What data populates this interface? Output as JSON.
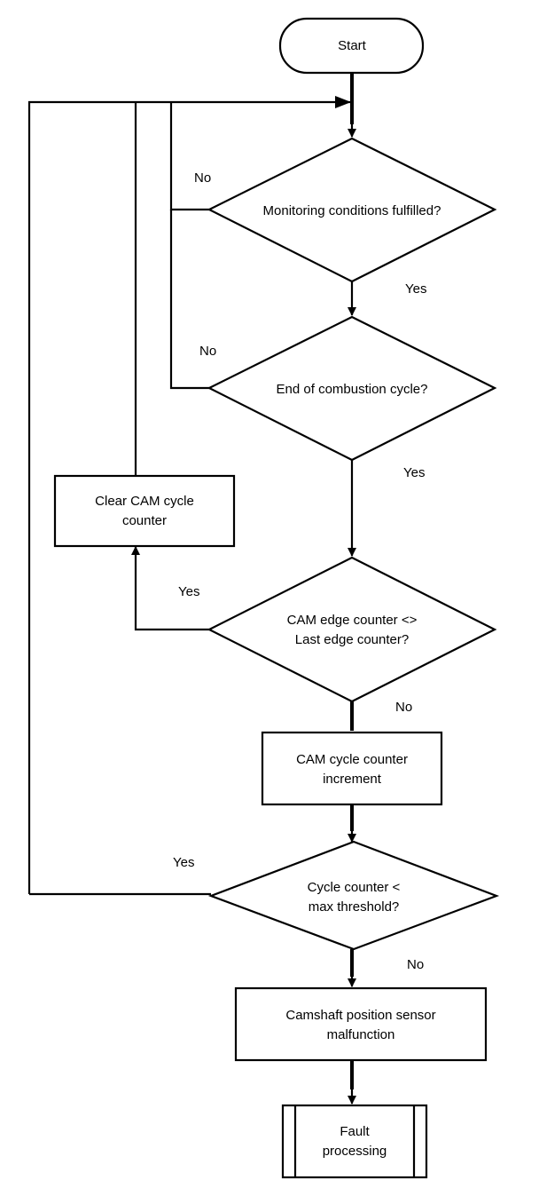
{
  "nodes": {
    "start": "Start",
    "monitoring": "Monitoring conditions fulfilled?",
    "end_cycle": "End of combustion cycle?",
    "cam_edge": [
      "CAM edge counter <>",
      "Last edge counter?"
    ],
    "clear_counter": [
      "Clear CAM cycle",
      "counter"
    ],
    "increment": [
      "CAM cycle counter",
      "increment"
    ],
    "threshold": [
      "Cycle counter <",
      "max threshold?"
    ],
    "malfunction": [
      "Camshaft position sensor",
      "malfunction"
    ],
    "fault": [
      "Fault",
      "processing"
    ]
  },
  "edge_labels": {
    "monitoring_no": "No",
    "monitoring_yes": "Yes",
    "end_cycle_no": "No",
    "end_cycle_yes": "Yes",
    "cam_edge_yes": "Yes",
    "cam_edge_no": "No",
    "threshold_yes": "Yes",
    "threshold_no": "No"
  }
}
